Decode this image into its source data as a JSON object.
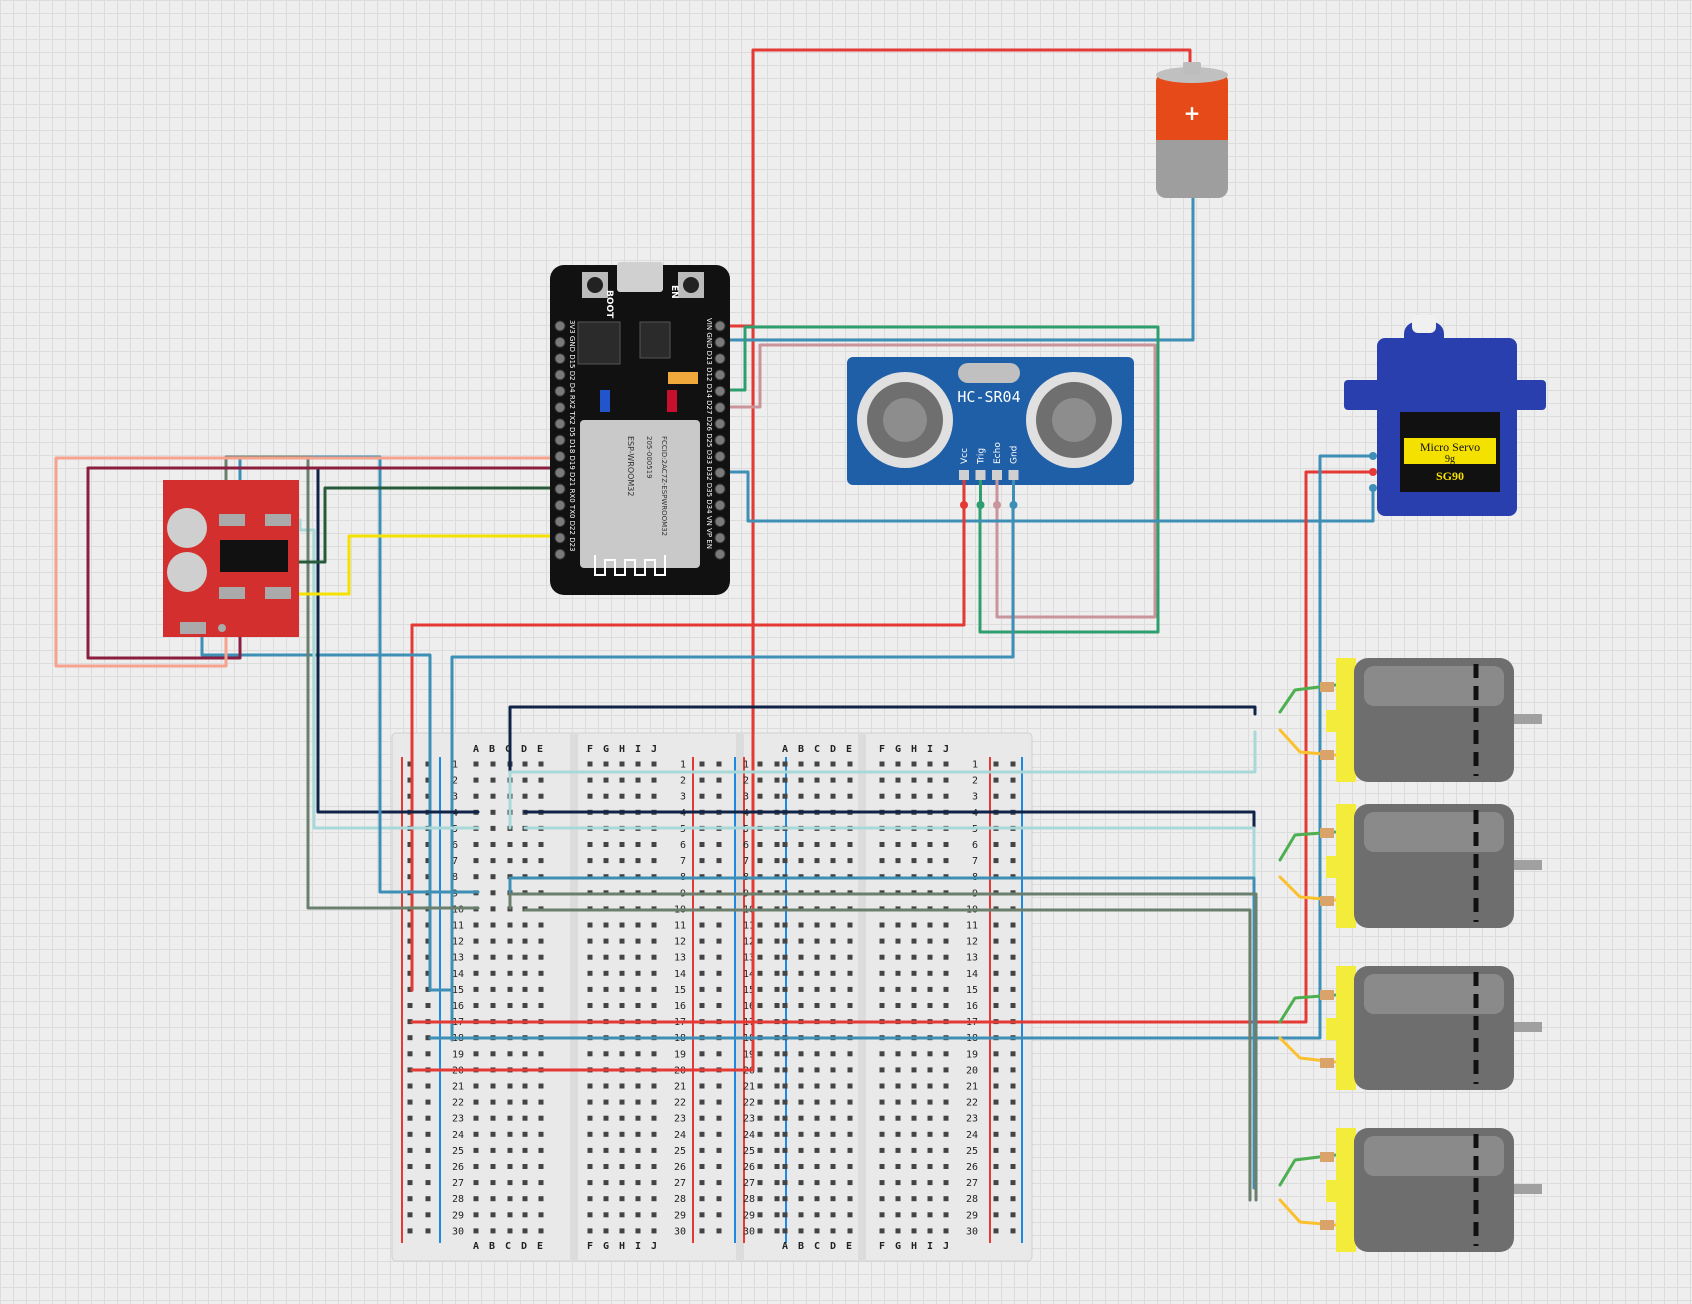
{
  "canvas": {
    "background": "#eeeeee",
    "grid_color": "#dcdcdc"
  },
  "breadboard": {
    "row_count": 30,
    "left_columns": [
      "A",
      "B",
      "C",
      "D",
      "E"
    ],
    "right_columns": [
      "F",
      "G",
      "H",
      "I",
      "J"
    ],
    "rail_plus_color": "#e53935",
    "rail_minus_color": "#1e88e5"
  },
  "esp32": {
    "board_name": "ESP-WROOM32",
    "fcc_id": "FCCID:2AC7Z-ESPWROOM32",
    "model_code": "205-000519",
    "boot_label": "BOOT",
    "en_label": "EN",
    "left_pins_label": "3V3 GND D15 D2 D4 RX2 TX2 D5 D18 D19 D21 RX0 TX0 D22 D23",
    "right_pins_label": "VIN GND D13 D12 D14 D27 D26 D25 D33 D32 D35 D34 VN VP EN"
  },
  "ultrasonic": {
    "model": "HC-SR04",
    "pins": [
      "Vcc",
      "Trig",
      "Echo",
      "Gnd"
    ]
  },
  "servo": {
    "line1": "Micro Servo",
    "line2": "9g",
    "line3": "SG90"
  },
  "battery": {
    "symbol": "+"
  },
  "motor_driver": {
    "color": "#d32f2f"
  },
  "motors": {
    "count": 4,
    "body_color": "#6e6e6e",
    "cap_color": "#f4ec3b"
  },
  "wire_colors": {
    "red": "#e53935",
    "teal": "#3d8fb5",
    "green": "#2e9e6e",
    "pink": "#c9949b",
    "navy": "#0f2247",
    "lightblue": "#a8d8d8",
    "gray": "#6b7f6d",
    "yellow": "#f5e100",
    "maroon": "#8b1e3f",
    "salmon": "#f5a38e",
    "darkgreen": "#265a3a",
    "motor_green": "#4caf50",
    "motor_yellow": "#fbc02d"
  }
}
